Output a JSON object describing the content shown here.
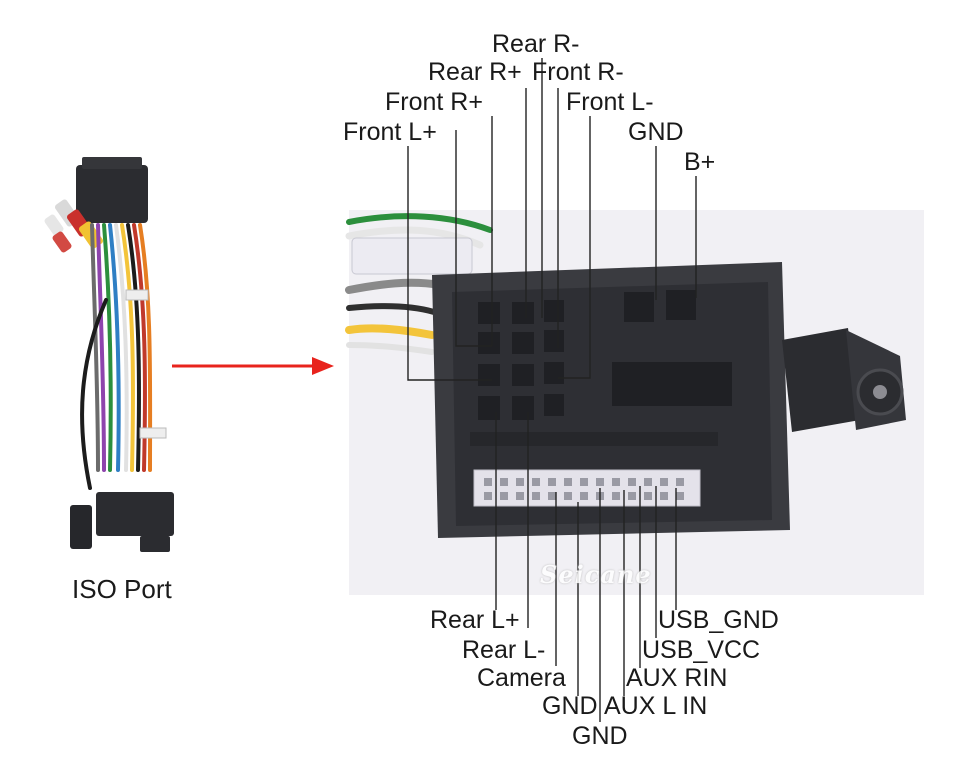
{
  "caption": {
    "iso_port": "ISO Port"
  },
  "brand": {
    "watermark": "Seicane"
  },
  "pins_top": [
    {
      "id": "rear-r-minus",
      "label": "Rear R-"
    },
    {
      "id": "rear-r-plus",
      "label": "Rear R+"
    },
    {
      "id": "front-r-minus",
      "label": "Front R-"
    },
    {
      "id": "front-r-plus",
      "label": "Front R+"
    },
    {
      "id": "front-l-minus",
      "label": "Front L-"
    },
    {
      "id": "front-l-plus",
      "label": "Front L+"
    },
    {
      "id": "gnd-top",
      "label": "GND"
    },
    {
      "id": "b-plus",
      "label": "B+"
    }
  ],
  "pins_bottom": [
    {
      "id": "usb-gnd",
      "label": "USB_GND"
    },
    {
      "id": "rear-l-plus",
      "label": "Rear L+"
    },
    {
      "id": "usb-vcc",
      "label": "USB_VCC"
    },
    {
      "id": "rear-l-minus",
      "label": "Rear L-"
    },
    {
      "id": "aux-rin",
      "label": "AUX RIN"
    },
    {
      "id": "camera",
      "label": "Camera"
    },
    {
      "id": "gnd-bottom-1",
      "label": "GND"
    },
    {
      "id": "aux-l-in",
      "label": "AUX L IN"
    },
    {
      "id": "gnd-bottom-2",
      "label": "GND"
    }
  ],
  "colors": {
    "arrow": "#e8231d",
    "connector": "#3a3b40",
    "leader": "#222222"
  }
}
